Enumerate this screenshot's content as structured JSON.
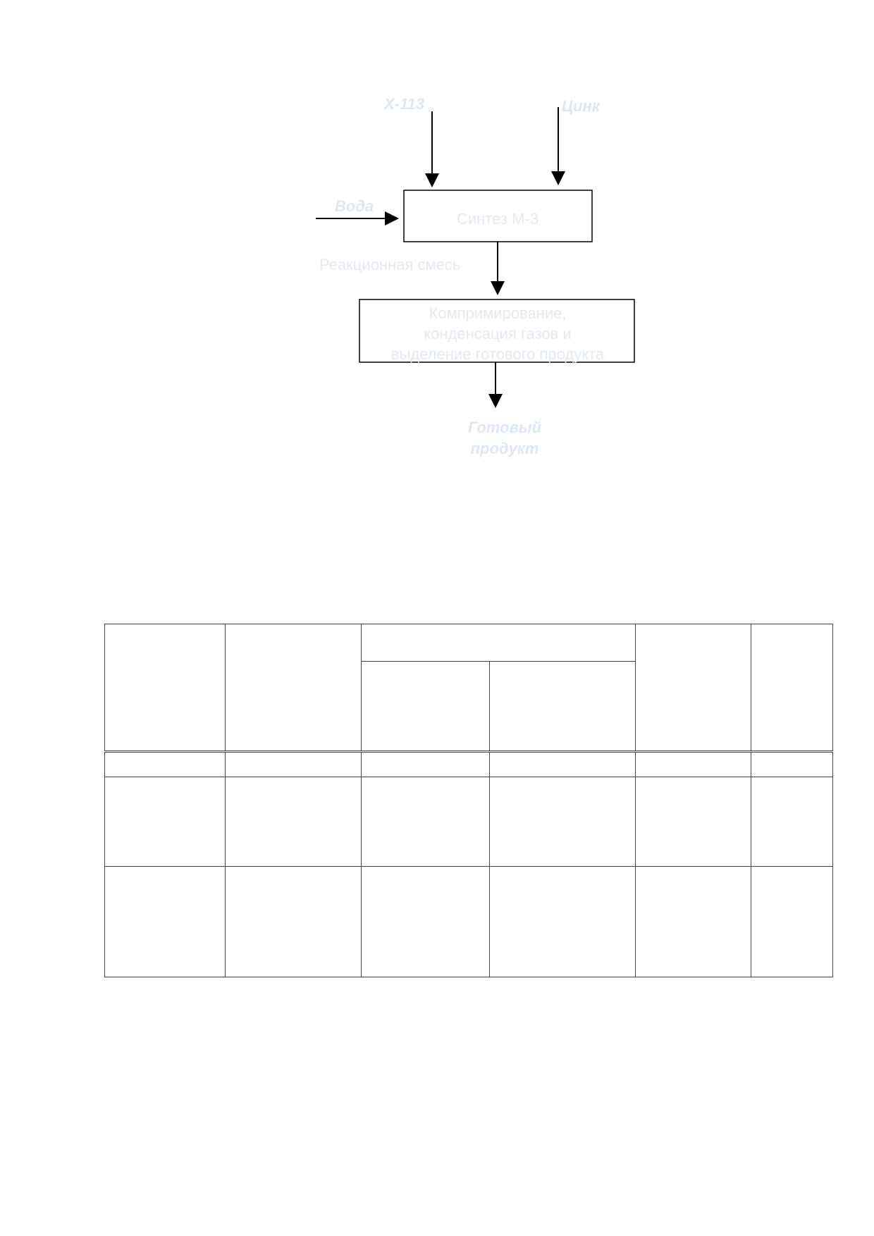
{
  "diagram": {
    "inputs": {
      "x113": "Х-113",
      "zinc": "Цинк",
      "water": "Вода"
    },
    "process_1": "Синтез М-3",
    "flow_label": "Реакционная смесь",
    "process_2_lines": [
      "Компримирование,",
      "конденсация газов и",
      "выделение готового продукта"
    ],
    "output_lines": [
      "Готовый",
      "продукт"
    ]
  },
  "table": {
    "columns": 6,
    "header_rows": 2,
    "body_rows": 3,
    "cells_empty": true
  }
}
